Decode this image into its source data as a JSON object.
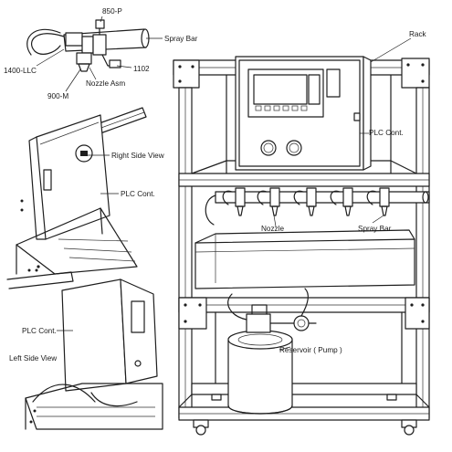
{
  "labels": {
    "part_850p": "850-P",
    "spray_bar_top": "Spray Bar",
    "part_1400llc": "1400-LLC",
    "part_1102": "1102",
    "nozzle_asm": "Nozzle Asm",
    "part_900m": "900-M",
    "rack": "Rack",
    "right_side_view": "Right Side View",
    "plc_right": "PLC Cont.",
    "plc_main": "PLC Cont.",
    "nozzle": "Nozzle",
    "spray_bar_main": "Spray Bar",
    "plc_left": "PLC Cont.",
    "left_side_view": "Left Side View",
    "reservoir": "Reservoir ( Pump )"
  }
}
